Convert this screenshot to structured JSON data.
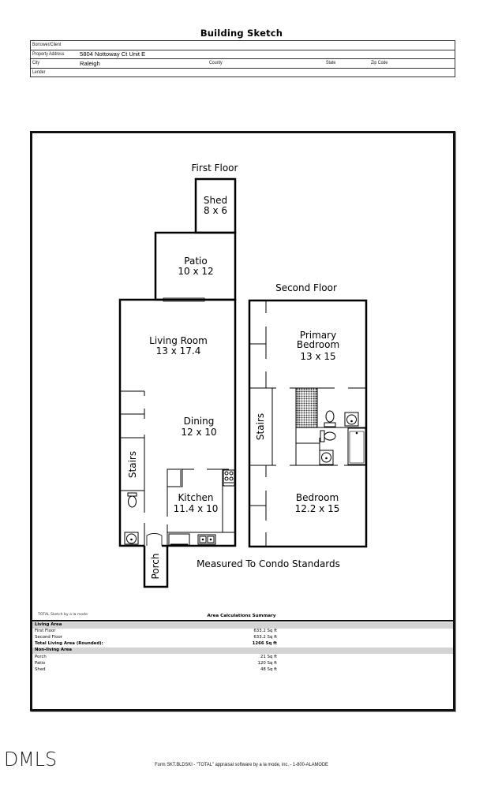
{
  "document": {
    "title": "Building Sketch"
  },
  "header": {
    "borrower_label": "Borrower/Client",
    "borrower_value": "",
    "address_label": "Property Address",
    "address_value": "5804 Nottoway Ct Unit E",
    "city_label": "City",
    "city_value": "Raleigh",
    "county_label": "County",
    "state_label": "State",
    "zip_label": "Zip Code",
    "lender_label": "Lender"
  },
  "sketch": {
    "first_floor_label": "First Floor",
    "second_floor_label": "Second Floor",
    "caption": "Measured To Condo Standards",
    "rooms": {
      "shed": {
        "name": "Shed",
        "dims": "8 x 6"
      },
      "patio": {
        "name": "Patio",
        "dims": "10 x 12"
      },
      "living_room": {
        "name": "Living Room",
        "dims": "13 x 17.4"
      },
      "dining": {
        "name": "Dining",
        "dims": "12 x 10"
      },
      "kitchen": {
        "name": "Kitchen",
        "dims": "11.4 x 10"
      },
      "stairs_first": {
        "name": "Stairs"
      },
      "porch": {
        "name": "Porch"
      },
      "primary_bedroom": {
        "name_line1": "Primary",
        "name_line2": "Bedroom",
        "dims": "13 x 15"
      },
      "stairs_second": {
        "name": "Stairs"
      },
      "bedroom": {
        "name": "Bedroom",
        "dims": "12.2 x 15"
      }
    }
  },
  "area_summary": {
    "credit": "TOTAL Sketch by a la mode",
    "title": "Area Calculations Summary",
    "living_area_header": "Living Area",
    "living_rows": [
      {
        "label": "First Floor",
        "value": "633.2 Sq ft"
      },
      {
        "label": "Second Floor",
        "value": "633.2 Sq ft"
      }
    ],
    "total_label": "Total Living Area (Rounded):",
    "total_value": "1266 Sq ft",
    "non_living_header": "Non-living Area",
    "non_living_rows": [
      {
        "label": "Porch",
        "value": "21 Sq ft"
      },
      {
        "label": "Patio",
        "value": "120 Sq ft"
      },
      {
        "label": "Shed",
        "value": "48 Sq ft"
      }
    ]
  },
  "footer": {
    "logo": "DMLS",
    "form_text": "Form SKT.BLDSKI - \"TOTAL\" appraisal software by a la mode, inc. - 1-800-ALAMODE"
  }
}
